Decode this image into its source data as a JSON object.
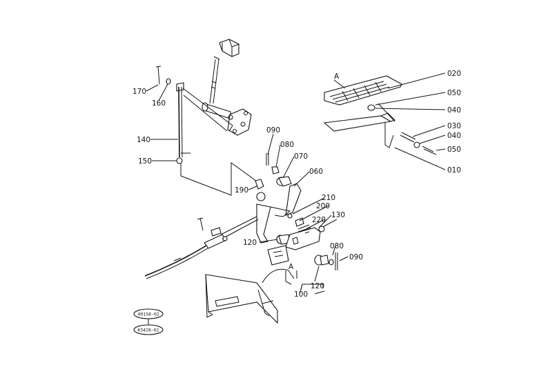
{
  "callouts": {
    "c010": "010",
    "c020": "020",
    "c030": "030",
    "c040a": "040",
    "c040b": "040",
    "c050a": "050",
    "c050b": "050",
    "c060": "060",
    "c070": "070",
    "c080a": "080",
    "c080b": "080",
    "c090a": "090",
    "c090b": "090",
    "c100": "100",
    "c120a": "120",
    "c120b": "120",
    "c130": "130",
    "c140": "140",
    "c150": "150",
    "c160": "160",
    "c170": "170",
    "c190": "190",
    "c200": "200",
    "c210": "210",
    "c220": "220"
  },
  "markers": {
    "a_pedal": "A",
    "a_link": "A"
  },
  "codes": {
    "top": "40158-02",
    "bottom": "K3428-01"
  }
}
